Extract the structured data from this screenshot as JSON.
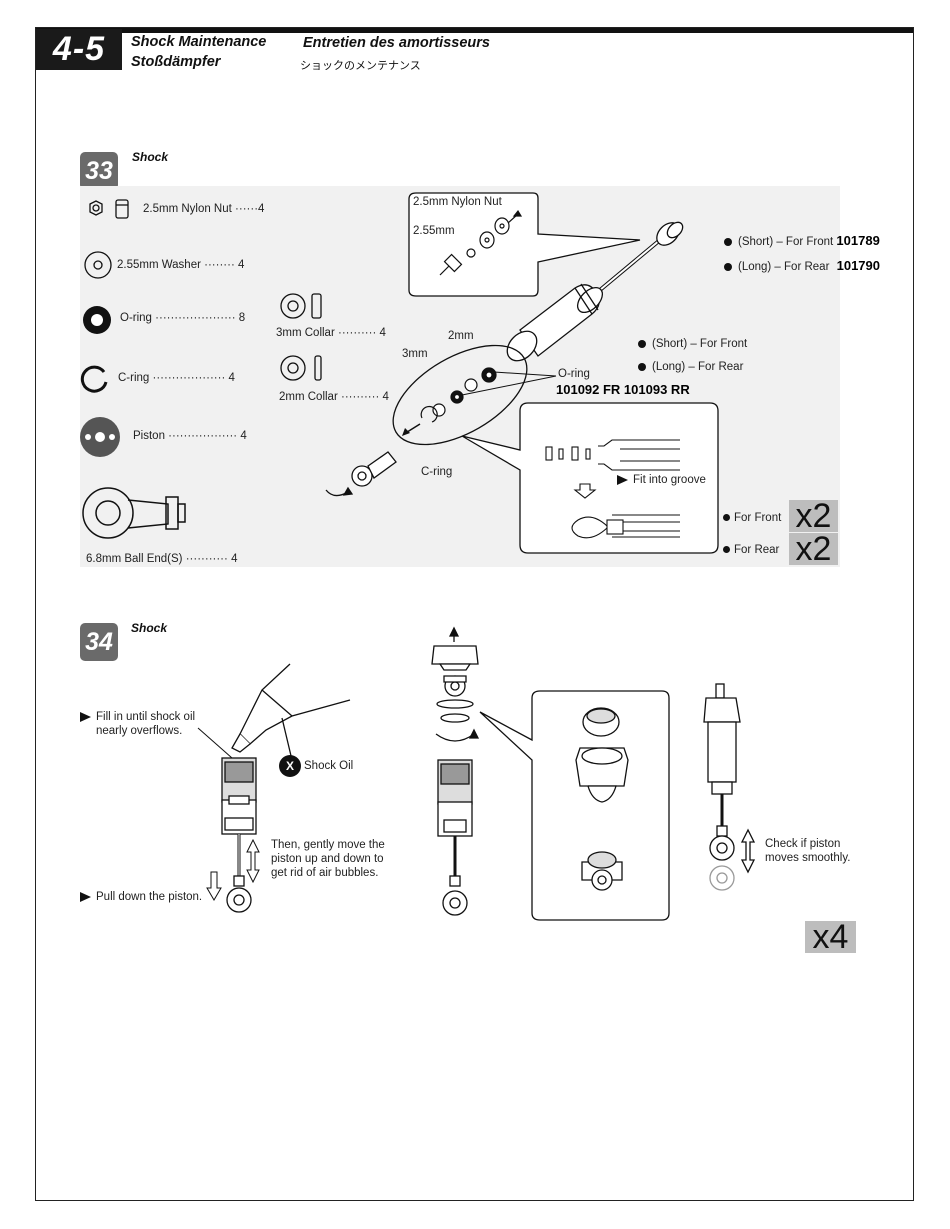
{
  "header": {
    "section_number": "4-5",
    "title_en": "Shock Maintenance",
    "title_fr": "Entretien des amortisseurs",
    "title_de": "Stoßdämpfer",
    "title_jp": "ショックのメンテナンス"
  },
  "step33": {
    "number": "33",
    "label": "Shock",
    "parts": [
      {
        "name": "2.5mm Nylon Nut",
        "dots": "······",
        "qty": "4"
      },
      {
        "name": "2.55mm Washer",
        "dots": "········",
        "qty": "4"
      },
      {
        "name": "O-ring",
        "dots": "·····················",
        "qty": "8"
      },
      {
        "name": "C-ring",
        "dots": "···················",
        "qty": "4"
      },
      {
        "name": "Piston",
        "dots": "··················",
        "qty": "4"
      },
      {
        "name": "6.8mm Ball End(S)",
        "dots": "···········",
        "qty": "4"
      }
    ],
    "collars": [
      {
        "name": "3mm Collar",
        "dots": "··········",
        "qty": "4"
      },
      {
        "name": "2mm Collar",
        "dots": "··········",
        "qty": "4"
      }
    ],
    "callouts": {
      "nylon_nut": "2.5mm Nylon Nut",
      "washer": "2.55mm",
      "collar_2mm": "2mm",
      "collar_3mm": "3mm",
      "oring": "O-ring",
      "cring": "C-ring",
      "fit_groove": "Fit into groove"
    },
    "shaft_options": [
      {
        "text": "(Short) – For Front",
        "part": "101789"
      },
      {
        "text": "(Long) – For Rear",
        "part": "101790"
      }
    ],
    "body_options": [
      {
        "text": "(Short) – For Front"
      },
      {
        "text": "(Long) – For Rear"
      }
    ],
    "body_parts": "101092 FR  101093 RR",
    "quantities": [
      {
        "label": "For Front",
        "qty": "x2"
      },
      {
        "label": "For  Rear",
        "qty": "x2"
      }
    ]
  },
  "step34": {
    "number": "34",
    "label": "Shock",
    "fill_note": [
      "Fill in until shock oil",
      "nearly overflows."
    ],
    "oil_label": "Shock Oil",
    "oil_mark": "X",
    "move_note": [
      "Then, gently move the",
      "piston up and down to",
      "get rid of air bubbles."
    ],
    "pull_note": "Pull down the piston.",
    "check_note": [
      "Check if piston",
      "moves smoothly."
    ],
    "qty": "x4"
  }
}
